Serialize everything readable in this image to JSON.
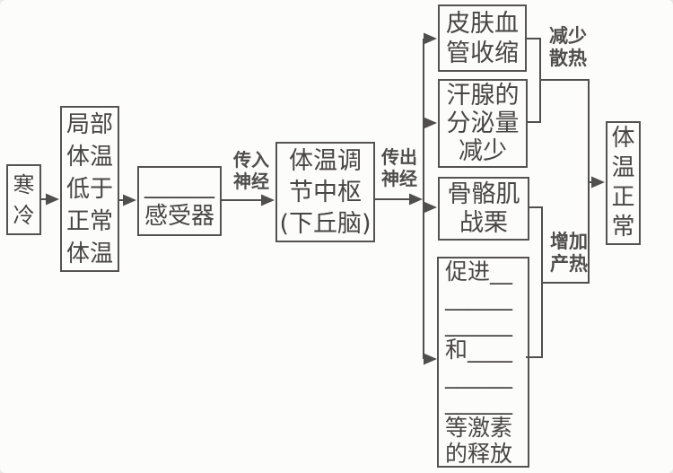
{
  "diagram": {
    "title_semantic": "体温调节流程图",
    "colors": {
      "ink": "#514f4e",
      "background": "#fcfcfa"
    },
    "nodes": {
      "cold": {
        "lines": [
          "寒",
          "冷"
        ]
      },
      "local_temp": {
        "lines": [
          "局部",
          "体温",
          "低于",
          "正常",
          "体温"
        ]
      },
      "receptor": {
        "lines": [
          "______",
          "感受器"
        ]
      },
      "center": {
        "lines": [
          "体温调",
          "节中枢",
          "(下丘脑)"
        ]
      },
      "skin_vessel": {
        "lines": [
          "皮肤血",
          "管收缩"
        ]
      },
      "sweat_gland": {
        "lines": [
          "汗腺的",
          "分泌量",
          "减少"
        ]
      },
      "skeletal_muscle": {
        "lines": [
          "骨骼肌",
          "战栗"
        ]
      },
      "hormone_release": {
        "lines": [
          "促进__",
          "______",
          "______",
          "和____",
          "______",
          "______",
          "等激素",
          "的释放"
        ]
      },
      "normal_temp": {
        "lines": [
          "体",
          "温",
          "正",
          "常"
        ]
      }
    },
    "labels": {
      "afferent_nerve": {
        "lines": [
          "传入",
          "神经"
        ]
      },
      "efferent_nerve": {
        "lines": [
          "传出",
          "神经"
        ]
      },
      "reduce_heat_loss": {
        "lines": [
          "减少",
          "散热"
        ]
      },
      "increase_heat_production": {
        "lines": [
          "增加",
          "产热"
        ]
      }
    }
  }
}
